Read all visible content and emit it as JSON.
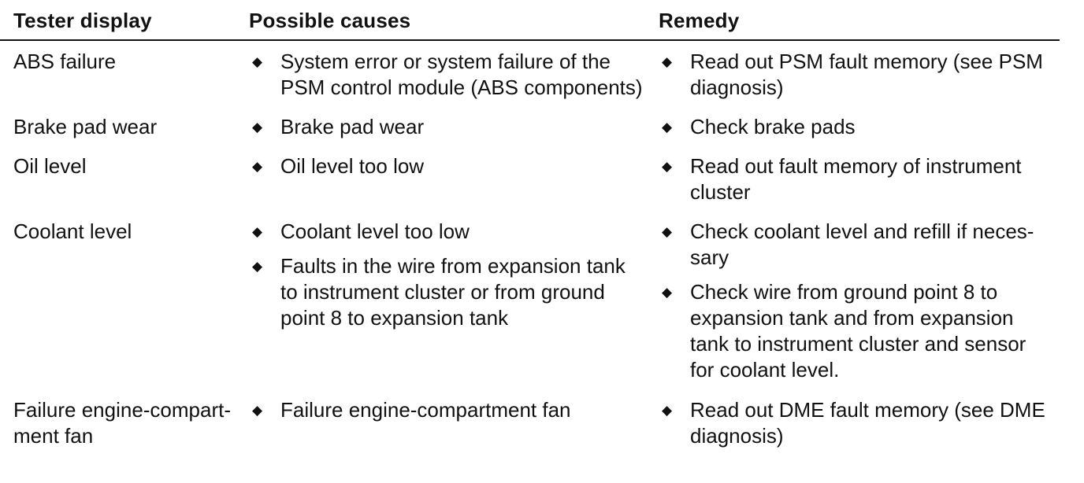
{
  "header": {
    "col1": "Tester display",
    "col2": "Possible causes",
    "col3": "Remedy"
  },
  "bullet_glyph": "◆",
  "rows": [
    {
      "display": "ABS failure",
      "causes": [
        "System error or system failure of the\nPSM control module (ABS components)"
      ],
      "remedies": [
        "Read out PSM fault memory (see PSM\ndiagnosis)"
      ]
    },
    {
      "display": "Brake pad wear",
      "causes": [
        "Brake pad wear"
      ],
      "remedies": [
        "Check brake pads"
      ]
    },
    {
      "display": "Oil level",
      "causes": [
        "Oil level too low"
      ],
      "remedies": [
        "Read out fault memory of instrument\ncluster"
      ]
    },
    {
      "display": "Coolant level",
      "causes": [
        "Coolant level too low",
        "Faults in the wire from expansion tank\nto instrument cluster or from ground\npoint 8 to expansion tank"
      ],
      "remedies": [
        "Check coolant level and refill if neces-\nsary",
        "Check wire from ground point 8 to\nexpansion tank and from expansion\ntank to instrument cluster and sensor\nfor coolant level."
      ]
    },
    {
      "display": "Failure engine-compart-\nment fan",
      "causes": [
        "Failure engine-compartment fan"
      ],
      "remedies": [
        "Read out DME fault memory (see DME\ndiagnosis)"
      ]
    }
  ]
}
